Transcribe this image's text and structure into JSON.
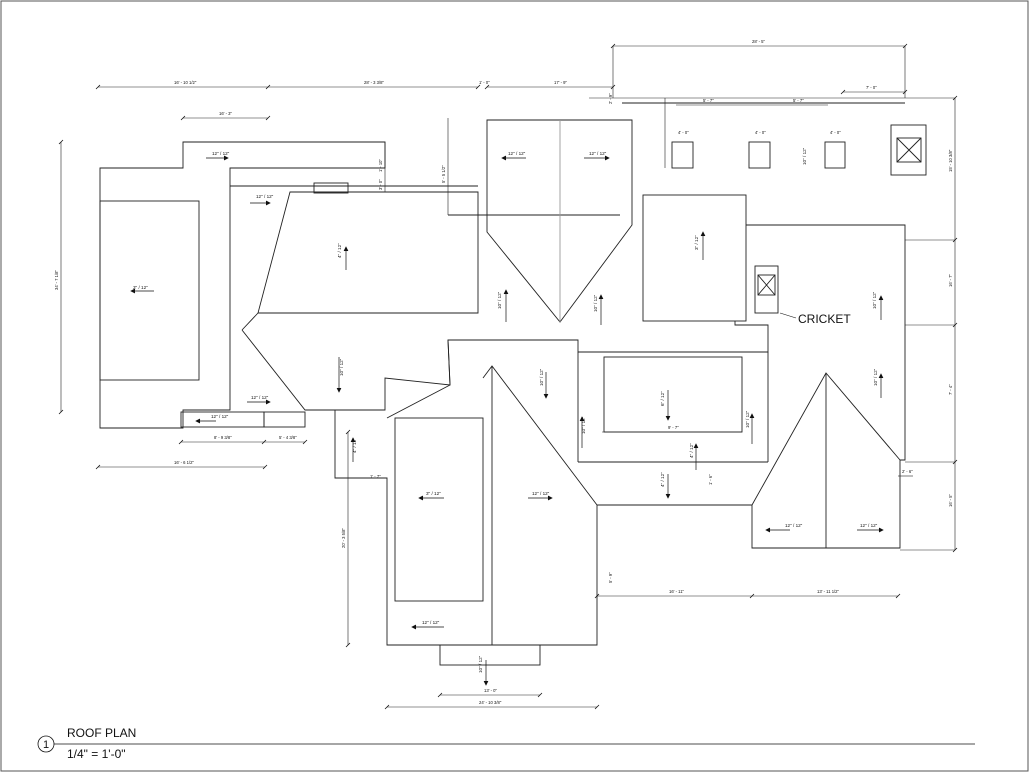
{
  "drawing": {
    "view_number": "1",
    "title": "ROOF PLAN",
    "scale": "1/4\" = 1'-0\"",
    "callout": "CRICKET"
  },
  "slopes": [
    "12\" / 12\"",
    "12\" / 12\"",
    "3\" / 12\"",
    "4\" / 12\"",
    "12\" / 12\"",
    "12\" / 12\"",
    "3\" / 12\"",
    "10\" / 12\"",
    "10\" / 12\"",
    "10\" / 12\"",
    "12\" / 12\"",
    "12\" / 12\"",
    "10\" / 12\"",
    "4\" / 12\"",
    "3\" / 12\"",
    "12\" / 12\"",
    "10\" / 12\"",
    "10\" / 12\"",
    "6\" / 12\"",
    "10\" / 12\"",
    "10\" / 12\"",
    "4\" / 12\"",
    "4\" / 12\"",
    "12\" / 12\"",
    "12\" / 12\"",
    "10\" / 12\"",
    "12\" / 12\"",
    "10\" / 12\"",
    "3\" / 12\"",
    "3\" / 12\"",
    "3\" / 12\"",
    "3\" / 12\""
  ],
  "dimensions": [
    "16' - 10 1/2\"",
    "28' - 3 3/8\"",
    "1' - 0\"",
    "17' - 9\"",
    "28' - 5\"",
    "16' - 3\"",
    "34' - 7 1/8\"",
    "16' - 6 1/2\"",
    "8' - 9 3/8\"",
    "5' - 4 3/8\"",
    "20' - 3 5/8\"",
    "9' - 7\"",
    "5' - 7\"",
    "5' - 7\"",
    "4' - 0\"",
    "4' - 0\"",
    "4' - 0\"",
    "7' - 0\"",
    "15' - 10 3/8\"",
    "16' - 7\"",
    "7' - 4\"",
    "16' - 5\"",
    "16' - 11\"",
    "13' - 11 1/2\"",
    "13' - 0\"",
    "24' - 10 3/8\"",
    "2' - 6\"",
    "1' - 10\"",
    "3' - 0\"",
    "5' - 5 1/2\"",
    "2' - 9\"",
    "5' - 9\"",
    "1' - 7\"",
    "1' - 6\""
  ]
}
